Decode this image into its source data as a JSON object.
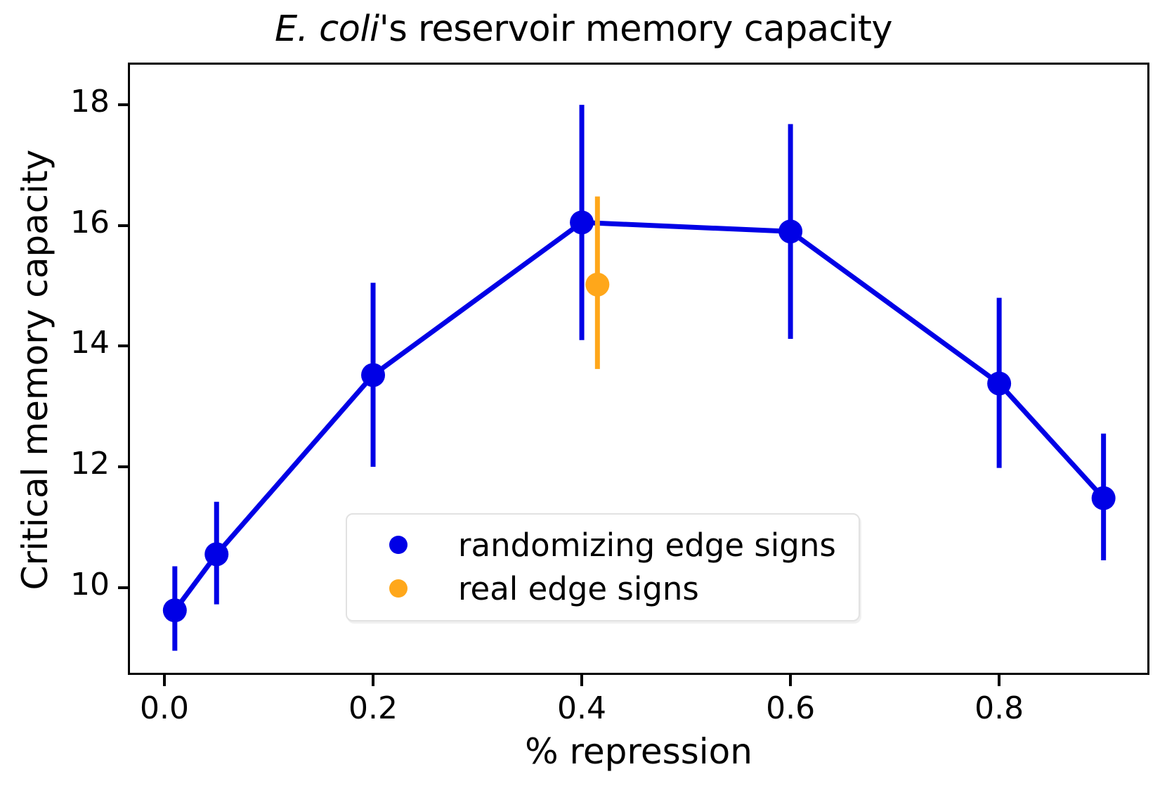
{
  "chart_data": {
    "type": "line",
    "title": "E. coli's reservoir memory capacity",
    "title_italic_part": "E. coli",
    "title_rest": "'s reservoir memory capacity",
    "xlabel": "% repression",
    "ylabel": "Critical memory capacity",
    "xlim": [
      -0.035,
      0.944
    ],
    "ylim": [
      8.55,
      18.7
    ],
    "xticks": [
      "0.0",
      "0.2",
      "0.4",
      "0.6",
      "0.8"
    ],
    "xtick_values": [
      0.0,
      0.2,
      0.4,
      0.6,
      0.8
    ],
    "yticks": [
      "10",
      "12",
      "14",
      "16",
      "18"
    ],
    "ytick_values": [
      10,
      12,
      14,
      16,
      18
    ],
    "grid": false,
    "legend_position": "lower center",
    "series": [
      {
        "name": "randomizing edge signs",
        "color": "#0000e6",
        "marker": "circle",
        "line": true,
        "x": [
          0.01,
          0.05,
          0.2,
          0.4,
          0.6,
          0.8,
          0.9
        ],
        "y": [
          9.62,
          10.55,
          13.52,
          16.05,
          15.9,
          13.38,
          11.48
        ],
        "yerr_low": [
          8.95,
          9.72,
          12.0,
          14.1,
          14.12,
          11.98,
          10.45
        ],
        "yerr_high": [
          10.35,
          11.42,
          15.05,
          18.0,
          17.68,
          14.8,
          12.55
        ]
      },
      {
        "name": "real edge signs",
        "color": "#ffa71a",
        "marker": "circle",
        "line": false,
        "x": [
          0.415
        ],
        "y": [
          15.02
        ],
        "yerr_low": [
          13.62
        ],
        "yerr_high": [
          16.48
        ]
      }
    ]
  },
  "legend": {
    "items": [
      {
        "label": "randomizing edge signs",
        "color": "#0000e6"
      },
      {
        "label": "real edge signs",
        "color": "#ffa71a"
      }
    ]
  },
  "colors": {
    "randomizing": "#0000e6",
    "real": "#ffa71a",
    "axis": "#000000",
    "background": "#ffffff",
    "legend_border": "#e2e2e2"
  }
}
